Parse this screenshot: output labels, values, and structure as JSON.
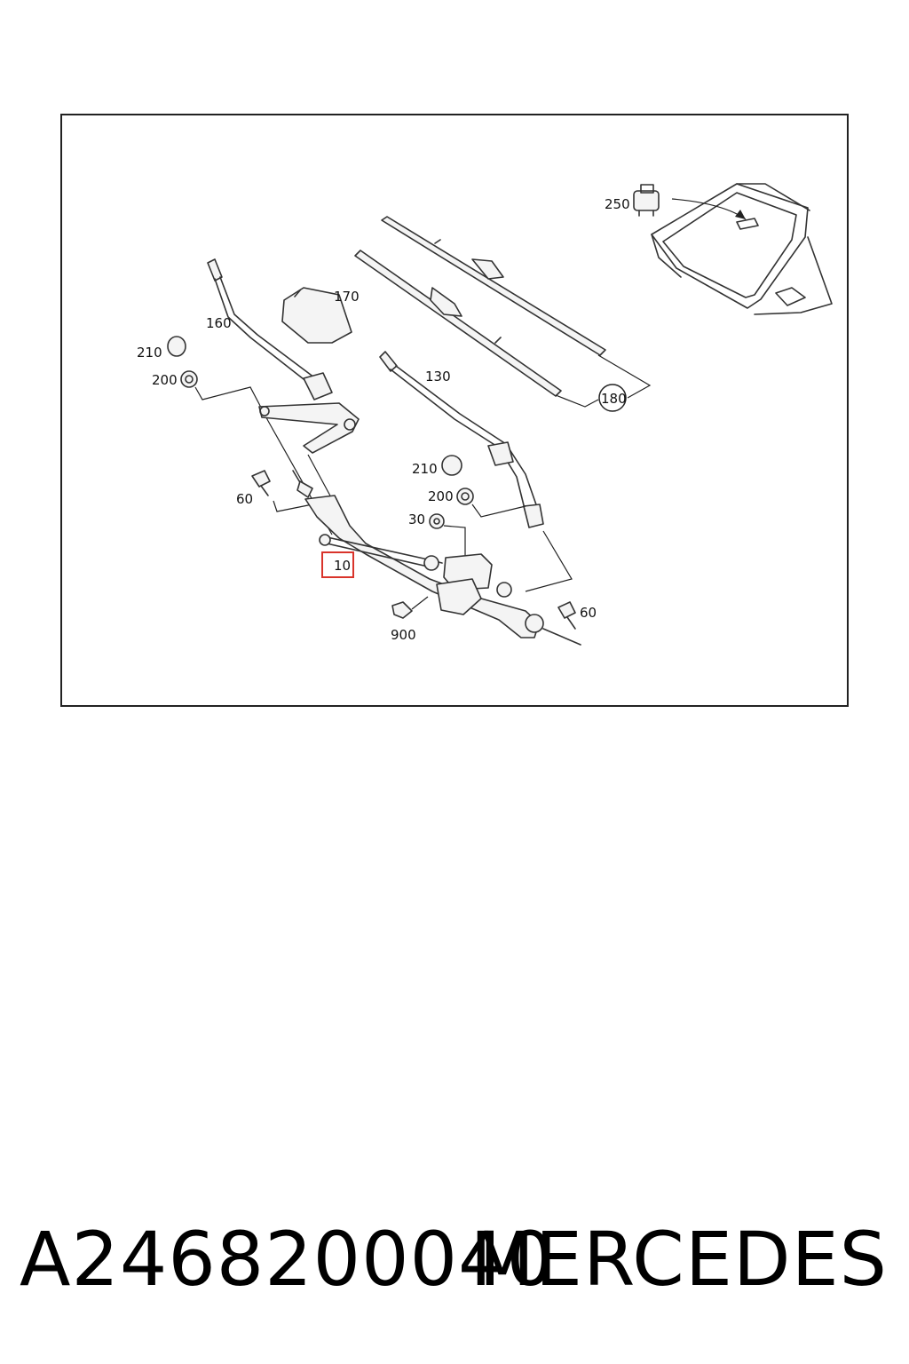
{
  "callouts": {
    "c250": "250",
    "c170": "170",
    "c160": "160",
    "c210_left": "210",
    "c200_left": "200",
    "c130": "130",
    "c180": "180",
    "c210_right": "210",
    "c200_right": "200",
    "c60_left": "60",
    "c30": "30",
    "c10": "10",
    "c60_right": "60",
    "c900": "900"
  },
  "highlight_color": "#d9342b",
  "footer": {
    "part_number": "A2468200040",
    "brand": "MERCEDES"
  }
}
